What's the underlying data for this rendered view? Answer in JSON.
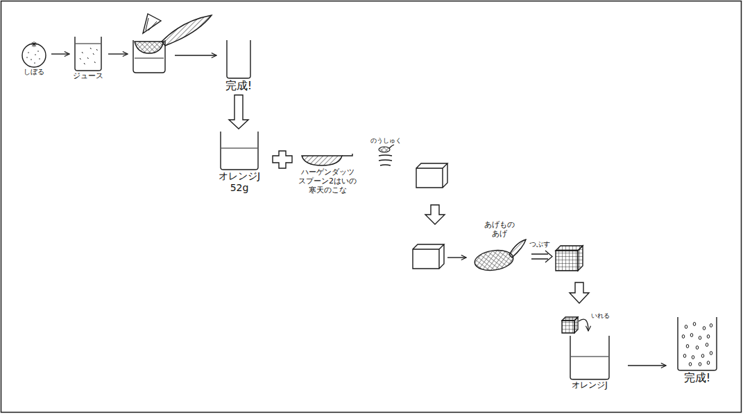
{
  "diagram": {
    "nodes": [
      {
        "text": [
          "しぼる"
        ]
      },
      {
        "text": [
          "ジュース"
        ]
      },
      {
        "text": [
          "完成!"
        ]
      },
      {
        "text": [
          "オレンジJ 52g"
        ]
      },
      {
        "text": [
          "ハーゲンダッツ スプーン2はいの 寒天のこな"
        ]
      },
      {
        "text": [
          "のうしゅく"
        ]
      },
      {
        "text": [
          "あげもの あげ"
        ]
      },
      {
        "text": [
          "オレンジJ"
        ]
      },
      {
        "text": [
          "完成!"
        ]
      }
    ],
    "edges": [
      {
        "from": 0,
        "to": 1,
        "arrow": "to"
      },
      {
        "from": 2,
        "to": 3,
        "arrow": "to"
      }
    ],
    "labels": [
      "つぶす",
      "いれる"
    ]
  }
}
